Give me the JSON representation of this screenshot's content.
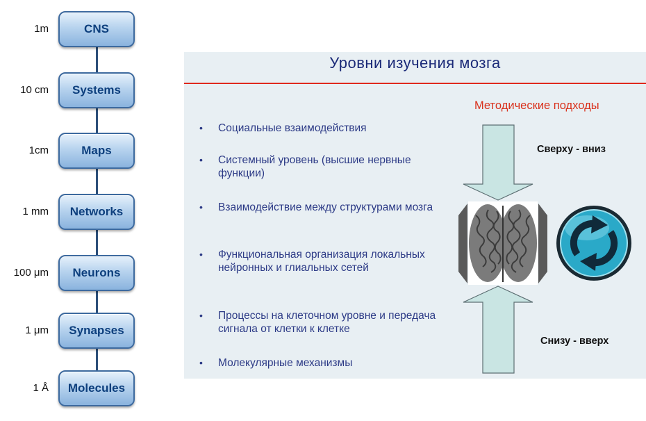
{
  "scale_levels": [
    {
      "label": "CNS",
      "scale": "1m"
    },
    {
      "label": "Systems",
      "scale": "10 cm"
    },
    {
      "label": "Maps",
      "scale": "1cm"
    },
    {
      "label": "Networks",
      "scale": "1 mm"
    },
    {
      "label": "Neurons",
      "scale": "100 μm"
    },
    {
      "label": "Synapses",
      "scale": "1 μm"
    },
    {
      "label": "Molecules",
      "scale": "1 Å"
    }
  ],
  "slide": {
    "title": "Уровни изучения мозга",
    "bullets": [
      "Социальные взаимодействия",
      "Системный уровень (высшие нервные функции)",
      "Взаимодействие между структурами мозга",
      "Функциональная организация локальных нейронных и глиальных сетей",
      "Процессы на клеточном уровне и передача сигнала от клетки к клетке",
      "Молекулярные механизмы"
    ],
    "methods_heading": "Методические подходы",
    "top_down": "Сверху - вниз",
    "bottom_up": "Снизу - вверх"
  },
  "colors": {
    "box_border": "#3d6a9f",
    "box_text": "#0d3f7d",
    "slide_bg": "#e8eff3",
    "title_text": "#1b2a78",
    "accent_red": "#e0281c",
    "bullet_text": "#2c3a86",
    "arrow_fill": "#c9e5e3",
    "cycle_icon": "#2aa9c8"
  },
  "icons": [
    "brain-icon",
    "cycle-arrows-icon",
    "down-arrow-icon",
    "up-arrow-icon"
  ]
}
